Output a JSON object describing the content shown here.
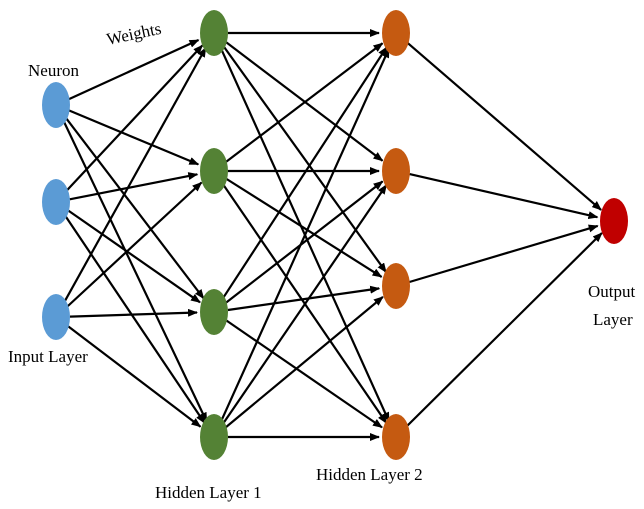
{
  "labels": {
    "neuron": "Neuron",
    "weights": "Weights",
    "input_layer": "Input Layer",
    "hidden_layer_1": "Hidden Layer 1",
    "hidden_layer_2": "Hidden Layer 2",
    "output_layer_line1": "Output",
    "output_layer_line2": "Layer"
  },
  "layers": [
    {
      "id": "input",
      "neurons": 3,
      "color": "#5b9bd5"
    },
    {
      "id": "hidden1",
      "neurons": 4,
      "color": "#548235"
    },
    {
      "id": "hidden2",
      "neurons": 4,
      "color": "#c55a11"
    },
    {
      "id": "output",
      "neurons": 1,
      "color": "#c00000"
    }
  ],
  "connectivity": "fully-connected"
}
